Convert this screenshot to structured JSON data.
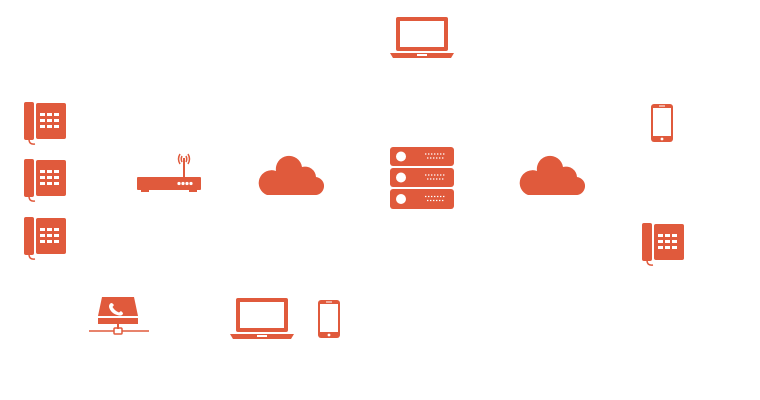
{
  "diagram": {
    "accent_color": "#e05a3c",
    "nodes": [
      {
        "id": "laptop-top",
        "icon": "laptop-icon"
      },
      {
        "id": "desk-phone-1",
        "icon": "desk-phone-icon"
      },
      {
        "id": "desk-phone-2",
        "icon": "desk-phone-icon"
      },
      {
        "id": "desk-phone-3",
        "icon": "desk-phone-icon"
      },
      {
        "id": "router",
        "icon": "wifi-router-icon"
      },
      {
        "id": "cloud-left",
        "icon": "cloud-icon"
      },
      {
        "id": "server",
        "icon": "server-stack-icon"
      },
      {
        "id": "cloud-right",
        "icon": "cloud-icon"
      },
      {
        "id": "mobile-right",
        "icon": "smartphone-icon"
      },
      {
        "id": "desk-phone-right",
        "icon": "desk-phone-icon"
      },
      {
        "id": "voip-gateway",
        "icon": "voip-gateway-icon"
      },
      {
        "id": "laptop-bottom",
        "icon": "laptop-icon"
      },
      {
        "id": "mobile-bottom",
        "icon": "smartphone-icon"
      }
    ]
  }
}
